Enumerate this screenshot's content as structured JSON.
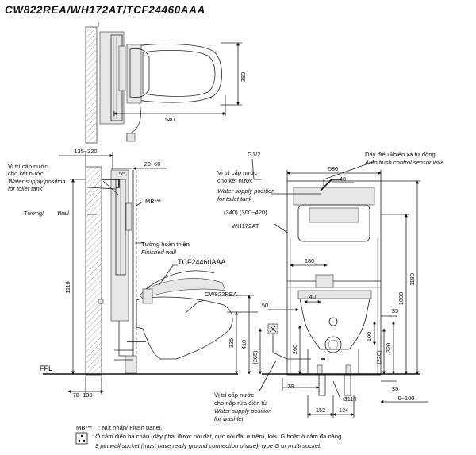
{
  "title": "CW822REA/WH172AT/TCF24460AAA",
  "labels": {
    "water_supply_tank_vi": "Vị trí cấp nước",
    "water_supply_tank_vi2": "cho két nước",
    "water_supply_tank_en": "Water supply position",
    "water_supply_tank_en2": "for toilet tank",
    "wall_vi": "Tường/",
    "wall_en": "Wall",
    "mb": "MB***",
    "finished_wall_vi": "Tường hoàn thiện",
    "finished_wall_en": "Finished wall",
    "seat_model": "TCF24460AAA",
    "bowl_model": "CW822REA",
    "ffl": "FFL",
    "g12": "G1/2",
    "cable_vi": "Dây điều khiển xả tự động",
    "cable_en": "Auto flush control sensor wire",
    "r_water_supply_tank_vi": "Vị trí cấp nước",
    "r_water_supply_tank_vi2": "cho két nước",
    "r_water_supply_tank_en": "Water supply position",
    "r_water_supply_tank_en2": "for toilet tank",
    "frame_range": "(340) (300~420)",
    "frame_model": "WH172AT",
    "washlet_vi": "Vị trí cấp nước",
    "washlet_vi2": "cho nắp rửa điện tử",
    "washlet_en": "Water supply position",
    "washlet_en2": "for washlet"
  },
  "dimensions": {
    "d380": "380",
    "d540": "540",
    "d135_220": "135~220",
    "d55": "55",
    "d20_60": "20~60",
    "d1110": "1110",
    "d335": "335",
    "d410": "410",
    "d265": "(265)",
    "d70_130": "70~130",
    "d580": "580",
    "d40a": "40",
    "d180": "180",
    "d50": "50",
    "d40b": "40",
    "d35a": "35",
    "d1180": "1180",
    "d1000": "1000",
    "d260": "260",
    "d100": "100",
    "d220": "(220)",
    "d320": "320",
    "d35b": "35",
    "d78": "78",
    "d110": "Ø110",
    "d152": "152",
    "d134": "134",
    "d0_100": "0~100"
  },
  "notes": {
    "mb_key": "MB***",
    "mb_text": ": Nút nhấn/ Flush panel.",
    "socket_line1": ": Ổ cắm điện ba chấu (dây phải được nối đất, cực nối đất ở trên), kiểu G hoặc ổ cắm đa năng.",
    "socket_line2": "3 pin wall socket (must have really ground connection phase), type G or multi socket."
  }
}
